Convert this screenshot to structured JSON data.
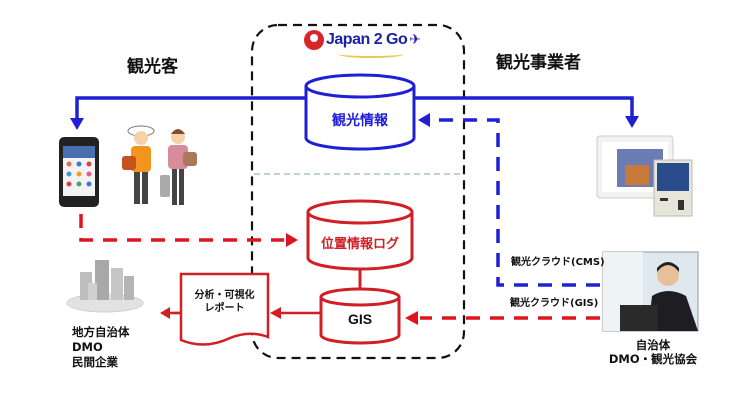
{
  "logo": {
    "text": "Japan 2 Go",
    "icon": "plane-icon"
  },
  "headers": {
    "tourists": "観光客",
    "businesses": "観光事業者"
  },
  "databases": {
    "tourism_info": "観光情報",
    "location_log": "位置情報ログ",
    "gis": "GIS"
  },
  "report": {
    "line1": "分析・可視化",
    "line2": "レポート"
  },
  "cloud_labels": {
    "cms": "観光クラウド(CMS)",
    "gis": "観光クラウド(GIS)"
  },
  "stakeholders_left": {
    "line1": "地方自治体",
    "line2": "DMO",
    "line3": "民間企業"
  },
  "stakeholders_right": {
    "line1": "自治体",
    "line2": "DMO・観光協会"
  },
  "colors": {
    "blue": "#1f1fd6",
    "red": "#e0141e",
    "dark_red": "#d01f25",
    "frame": "#111111",
    "divider": "#a9c6c6"
  }
}
